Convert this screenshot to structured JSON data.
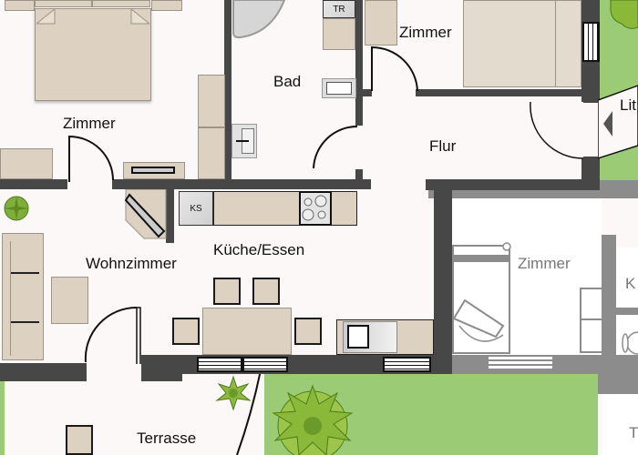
{
  "rooms": {
    "zimmer_top_left": "Zimmer",
    "bad": "Bad",
    "zimmer_top_right": "Zimmer",
    "flur": "Flur",
    "lift_partial": "Lit",
    "wohnzimmer": "Wohnzimmer",
    "kueche_essen": "Küche/Essen",
    "zimmer_neighbor": "Zimmer",
    "neighbor_partial": "K",
    "terrasse": "Terrasse",
    "terrasse_neighbor_partial": "T"
  },
  "appliances": {
    "dryer": "TR",
    "fridge": "KS"
  },
  "colors": {
    "wall": "#474747",
    "neighbor_wall": "#8c8c8c",
    "floor": "#fcf8f8",
    "furniture": "#ddd1c1",
    "grass": "#9ccb75",
    "plant": "#7fae3a"
  }
}
